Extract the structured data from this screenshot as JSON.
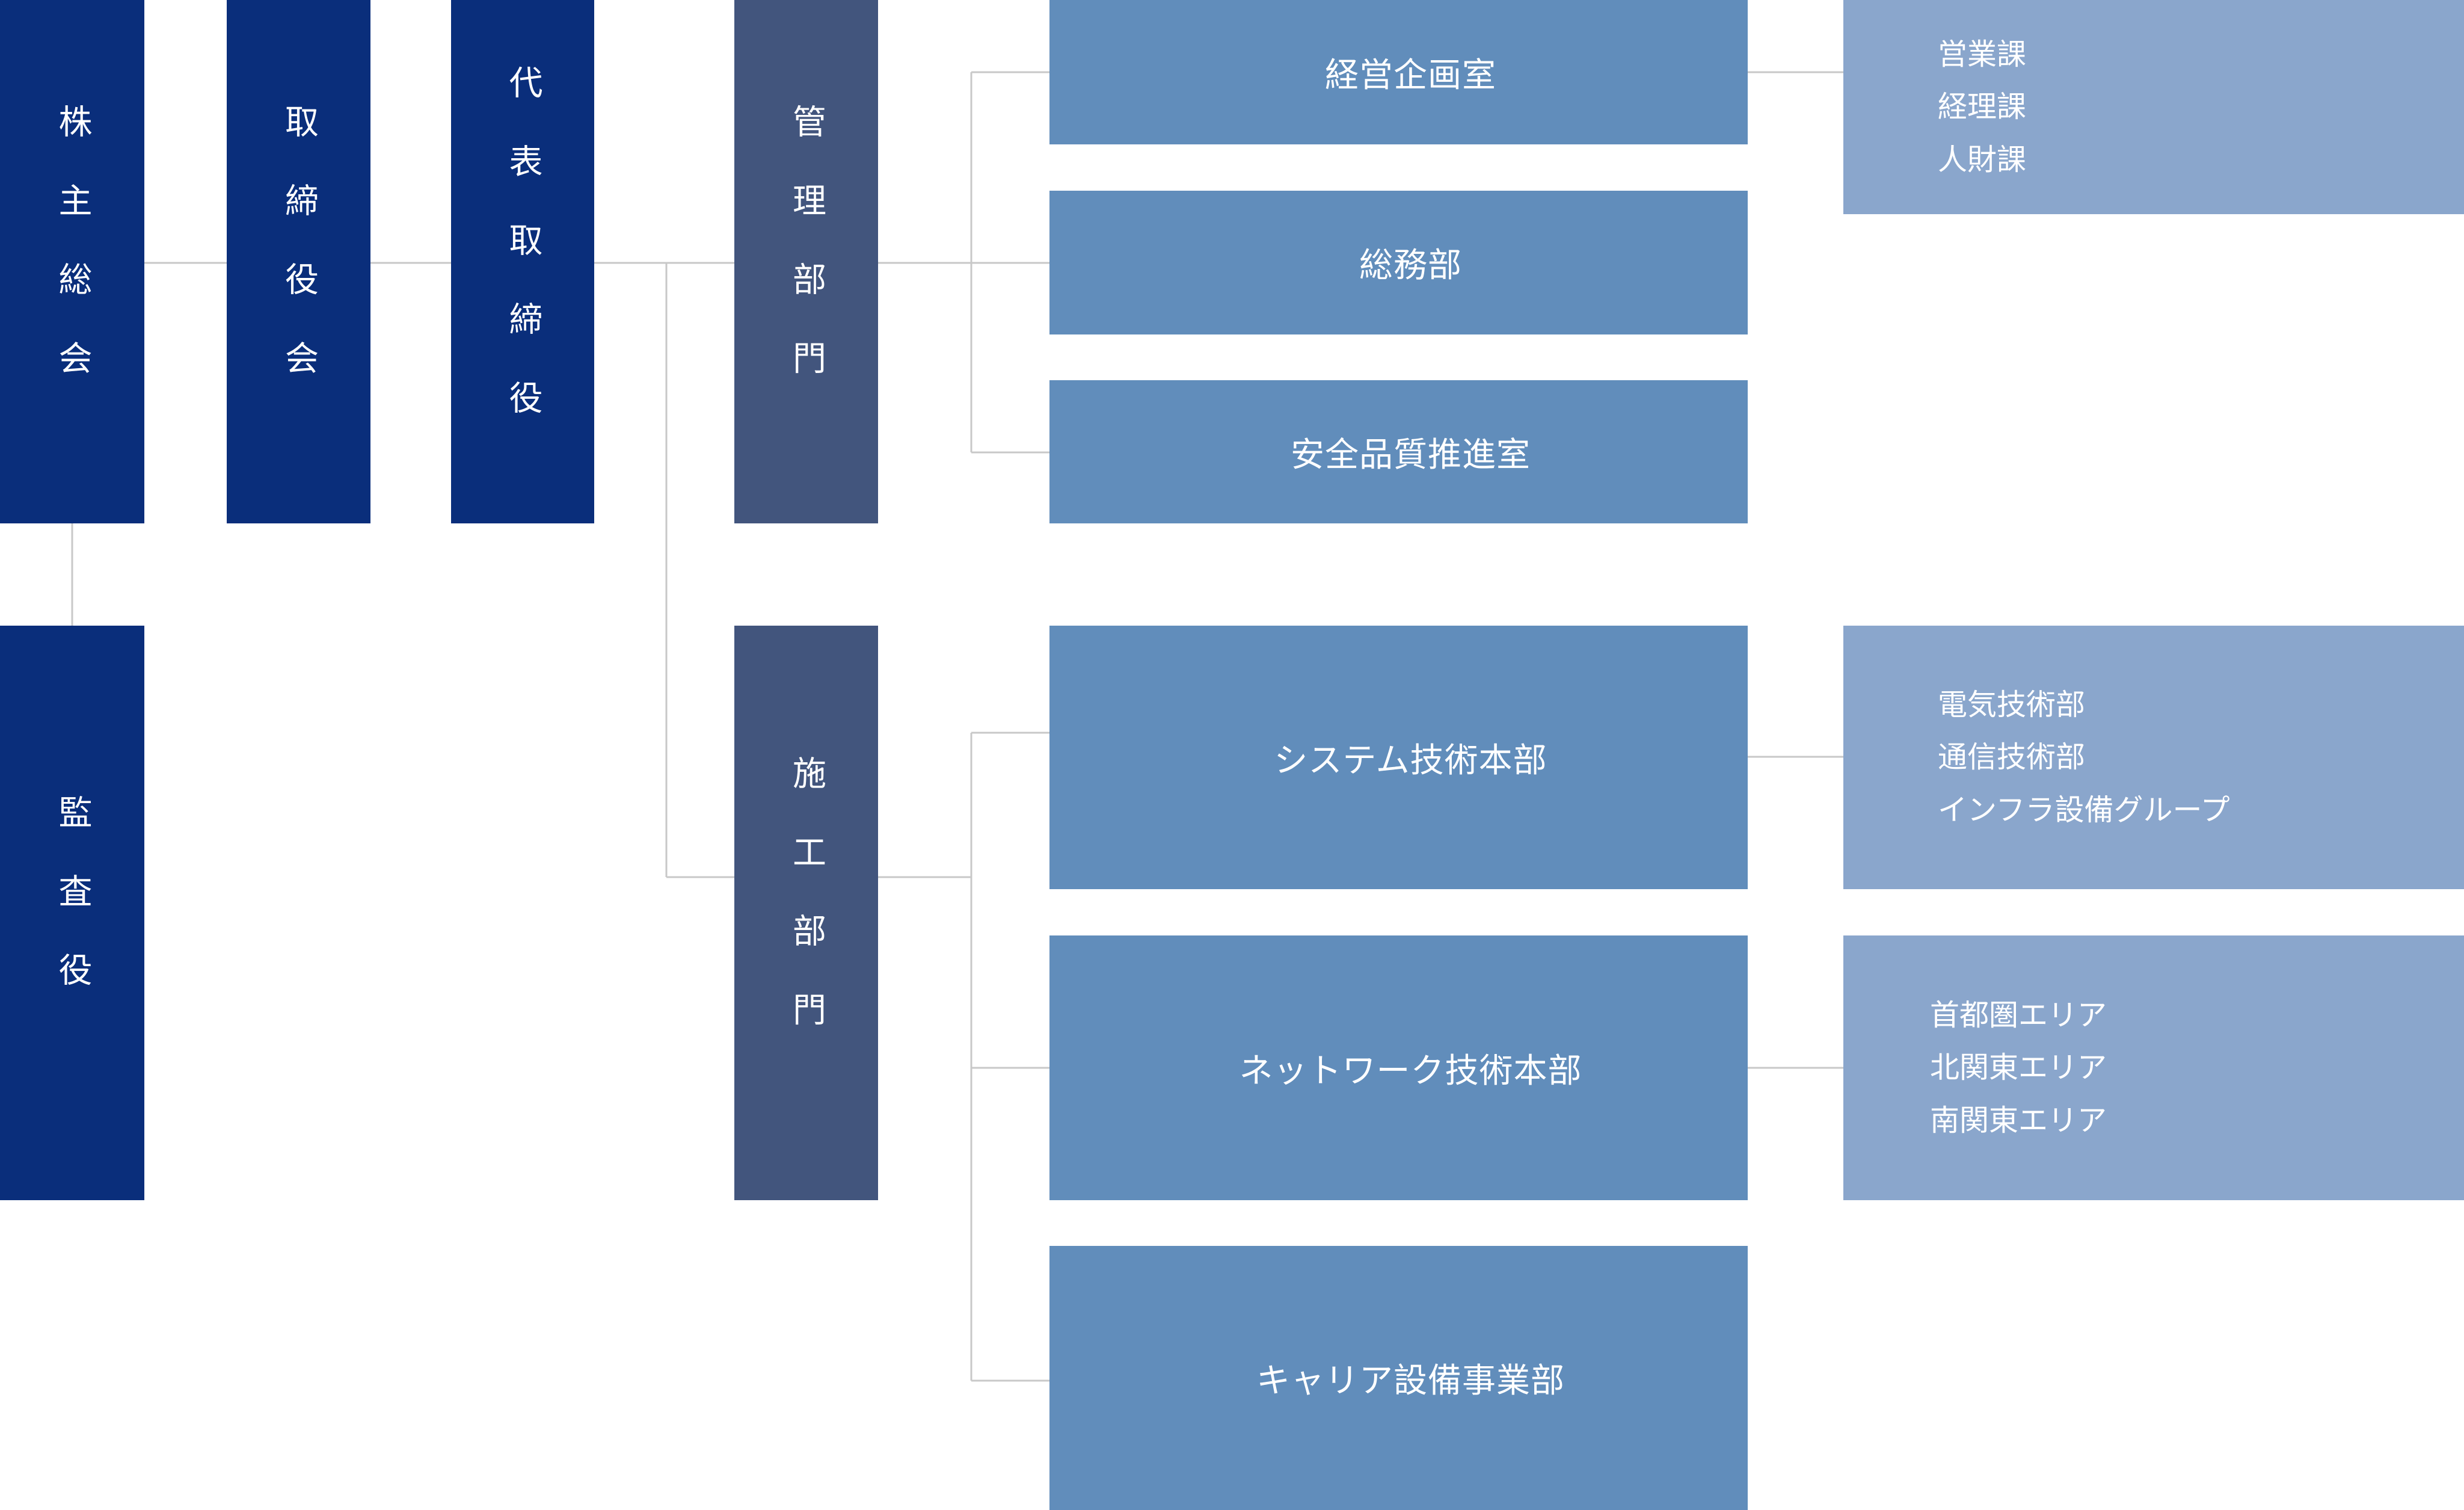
{
  "executives": {
    "shareholders_meeting": "株主総会",
    "board_of_directors": "取締役会",
    "representative_director": "代表取締役",
    "auditor": "監査役"
  },
  "divisions": {
    "management": {
      "label": "管理部門",
      "departments": [
        {
          "label": "経営企画室",
          "sections": [
            "営業課",
            "経理課",
            "人財課"
          ]
        },
        {
          "label": "総務部",
          "sections": []
        },
        {
          "label": "安全品質推進室",
          "sections": []
        }
      ]
    },
    "construction": {
      "label": "施工部門",
      "departments": [
        {
          "label": "システム技術本部",
          "sections": [
            "電気技術部",
            "通信技術部",
            "インフラ設備グループ"
          ]
        },
        {
          "label": "ネットワーク技術本部",
          "sections": [
            "首都圏エリア",
            "北関東エリア",
            "南関東エリア"
          ]
        },
        {
          "label": "キャリア設備事業部",
          "sections": []
        }
      ]
    }
  },
  "colors": {
    "executive": "#0a2e7b",
    "division": "#42557d",
    "department": "#618dbb",
    "section": "#8aa6cc",
    "connector": "#c8c8c8"
  }
}
